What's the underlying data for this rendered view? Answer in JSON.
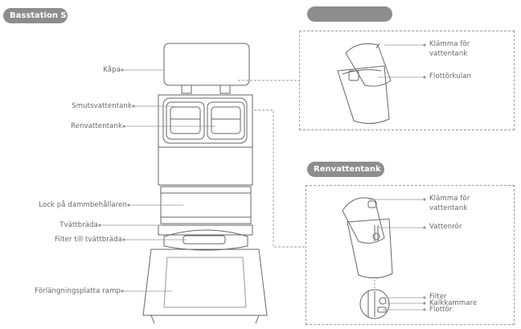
{
  "headers": {
    "base_station": "Basstation S",
    "top_panel": "",
    "clean_tank_panel": "Renvattentank"
  },
  "labels": {
    "cover": "Kåpa",
    "dirty_water_tank": "Smutsvattentank",
    "clean_water_tank": "Renvattentank",
    "dust_lid": "Lock på dammbehållaren",
    "wash_board": "Tvättbräda",
    "wash_board_filter": "Filter till tvättbräda",
    "ramp": "Förlängningsplatta ramp"
  },
  "top_callouts": {
    "clamp": [
      "Klämma för",
      "vattentank"
    ],
    "float_ball": "Flottörkulan"
  },
  "bottom_callouts": {
    "clamp": [
      "Klämma för",
      "vattentank"
    ],
    "water_pipe": "Vattenrör",
    "filter": "Filter",
    "scale_chamber": "Kalkkammare",
    "float": "Flottör"
  }
}
